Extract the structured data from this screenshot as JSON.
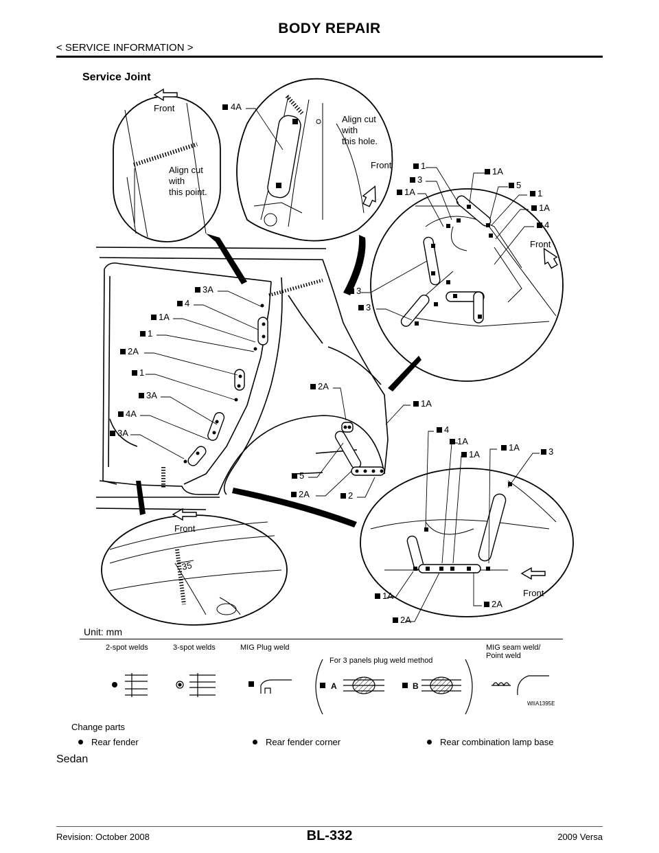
{
  "header": {
    "title": "BODY REPAIR",
    "section": "< SERVICE INFORMATION >"
  },
  "figure": {
    "title": "Service Joint",
    "unit": "Unit: mm",
    "code": "WIIA1395E",
    "front": "Front",
    "align_hole": [
      "Align cut",
      "with",
      "this hole."
    ],
    "align_point": [
      "Align cut",
      "with",
      "this point."
    ],
    "dimension": "35",
    "callouts": {
      "c4A_top": "4A",
      "d1": "1",
      "d3": "3",
      "d1A_a": "1A",
      "d1A_b": "1A",
      "d5": "5",
      "d1_b": "1",
      "d1A_c": "1A",
      "d4": "4",
      "m3A": "3A",
      "m4": "4",
      "m1A": "1A",
      "m1": "1",
      "m2A": "2A",
      "m1_b": "1",
      "m3A_b": "3A",
      "m4A": "4A",
      "m3A_c": "3A",
      "r3": "3",
      "r3_b": "3",
      "c2A": "2A",
      "c1A": "1A",
      "c4": "4",
      "c1A_b": "1A",
      "c1A_c": "1A",
      "c1A_d": "1A",
      "c3": "3",
      "c5": "5",
      "c2A_b": "2A",
      "c2": "2",
      "b1A": "1A",
      "b2A": "2A",
      "b2A_b": "2A"
    }
  },
  "legend": {
    "two_spot": "2-spot welds",
    "three_spot": "3-spot welds",
    "mig_plug": "MIG Plug weld",
    "three_panel": "For 3 panels plug weld method",
    "mig_seam": [
      "MIG seam weld/",
      "Point weld"
    ],
    "method_a": "A",
    "method_b": "B"
  },
  "change_parts": {
    "caption": "Change parts",
    "items": [
      "Rear fender",
      "Rear fender corner",
      "Rear combination lamp base"
    ]
  },
  "sub_heading": "Sedan",
  "footer": {
    "revision": "Revision: October 2008",
    "page": "BL-332",
    "model": "2009 Versa"
  }
}
